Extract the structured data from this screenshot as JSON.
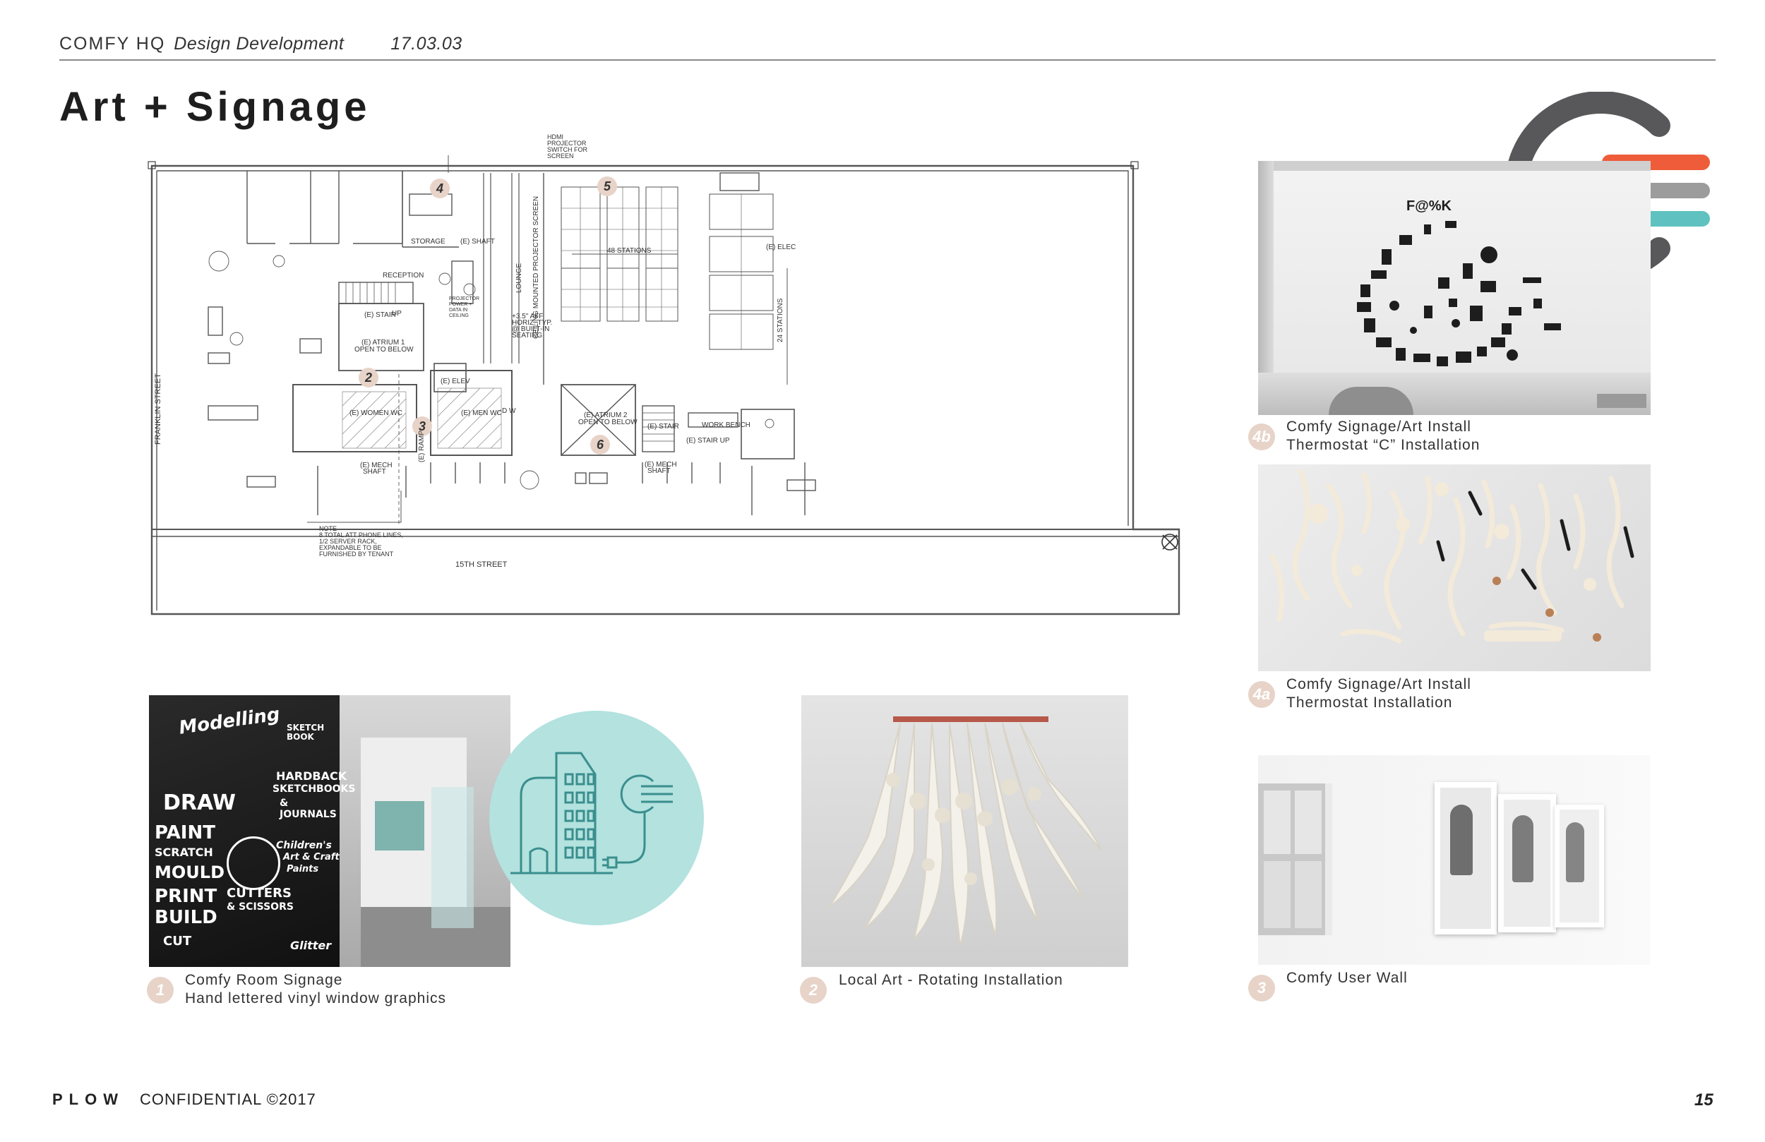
{
  "header": {
    "project": "COMFY HQ",
    "phase": "Design Development",
    "date": "17.03.03"
  },
  "title": "Art + Signage",
  "floorplan": {
    "street_bottom": "15TH STREET",
    "street_left": "FRANKLIN STREET",
    "note": [
      "NOTE",
      "8 TOTAL ATT PHONE LINES,",
      "1/2 SERVER RACK,",
      "EXPANDABLE TO BE",
      "FURNISHED BY TENANT"
    ],
    "hdmi_note": [
      "HDMI",
      "PROJECTOR",
      "SWITCH FOR",
      "SCREEN"
    ],
    "labels": {
      "storage": "STORAGE",
      "shaft": "(E) SHAFT",
      "reception": "RECEPTION",
      "stair": "(E) STAIR",
      "up": "UP",
      "atrium1": [
        "(E) ATRIUM 1",
        "OPEN TO BELOW"
      ],
      "atrium2": [
        "(E) ATRIUM 2",
        "OPEN TO BELOW"
      ],
      "women_wc": "(E) WOMEN WC",
      "men_wc": "(E) MEN WC",
      "elev": "(E) ELEV",
      "lounge": "LOUNGE",
      "ceiling_screen": "CEILING MOUNTED PROJECTOR SCREEN",
      "projector": [
        "PROJECTOR",
        "POWER +",
        "DATA IN",
        "CEILING"
      ],
      "builtin": [
        "+3.5\" AFF",
        "HORIZ. TYP.",
        "@ BUILT-IN",
        "SEATING"
      ],
      "stations_top": "48 STATIONS",
      "stations_right": "24 STATIONS",
      "work_bench": "WORK BENCH",
      "stair_up": "(E) STAIR UP",
      "elec": "(E) ELEC",
      "mech_shaft": [
        "(E) MECH",
        "SHAFT"
      ],
      "ramp": "(E) RAMP",
      "dw": "D W"
    },
    "markers": [
      "4",
      "5",
      "2",
      "3",
      "6"
    ]
  },
  "captions": {
    "c4b": {
      "badge": "4b",
      "line1": "Comfy Signage/Art Install",
      "line2": "Thermostat “C” Installation"
    },
    "c4a": {
      "badge": "4a",
      "line1": "Comfy Signage/Art Install",
      "line2": "Thermostat Installation"
    },
    "c1": {
      "badge": "1",
      "line1": "Comfy Room Signage",
      "line2": "Hand lettered vinyl window graphics"
    },
    "c2": {
      "badge": "2",
      "line1": "Local Art - Rotating Installation"
    },
    "c3": {
      "badge": "3",
      "line1": "Comfy User Wall"
    }
  },
  "images": {
    "thermostat_c": {
      "f_text": "F@%K"
    },
    "window_graphics": [
      "Modelling",
      "SKETCH BOOK",
      "DRAW",
      "PAINT",
      "SCRATCH",
      "MOULD",
      "PRINT",
      "BUILD",
      "CUT",
      "HARDBACK",
      "SKETCHBOOKS",
      "& JOURNALS",
      "Children's",
      "Art & Craft",
      "Paints",
      "CUTTERS",
      "& SCISSORS",
      "Glitter"
    ]
  },
  "colors": {
    "badge": "#e7d3c8",
    "logo_gray": "#58585a",
    "logo_orange": "#ee5c3a",
    "logo_light_gray": "#9c9c9c",
    "logo_teal": "#5fc2c0",
    "icon_circle": "#b3e2df",
    "icon_line": "#3a8f8e"
  },
  "footer": {
    "brand": "PLOW",
    "text": "CONFIDENTIAL ©2017",
    "page": "15"
  }
}
